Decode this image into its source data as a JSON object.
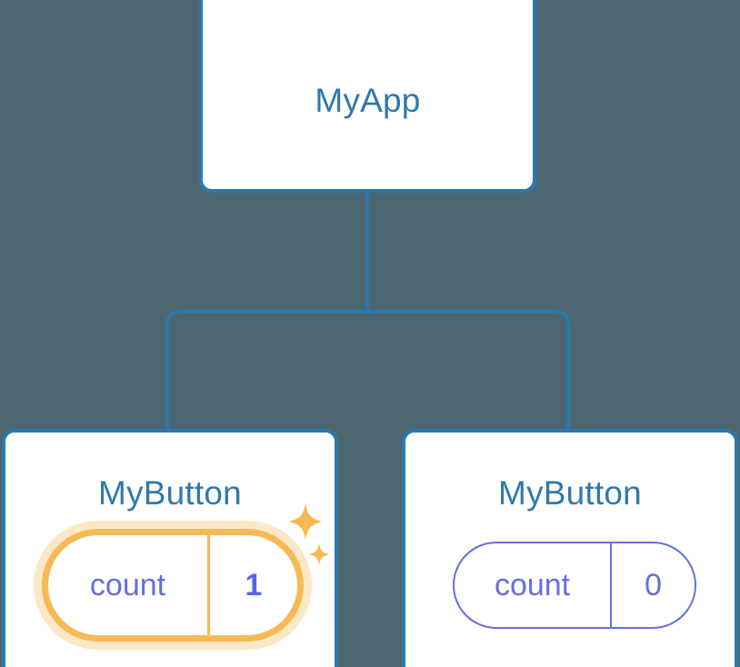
{
  "diagram": {
    "type": "component-tree",
    "background_color": "#4c6770",
    "node_border_color": "#2b79ac",
    "node_title_color": "#2e7aac",
    "state_color": "#666ee0",
    "highlight_color": "#f7b955",
    "highlight_glow_color": "#fbdcab",
    "connector_color": "#2b79ac"
  },
  "root": {
    "title": "MyApp"
  },
  "children": [
    {
      "title": "MyButton",
      "state": {
        "key": "count",
        "value": "1"
      },
      "highlighted": true,
      "sparkle_large": "sparkle-icon",
      "sparkle_small": "sparkle-icon"
    },
    {
      "title": "MyButton",
      "state": {
        "key": "count",
        "value": "0"
      },
      "highlighted": false
    }
  ]
}
